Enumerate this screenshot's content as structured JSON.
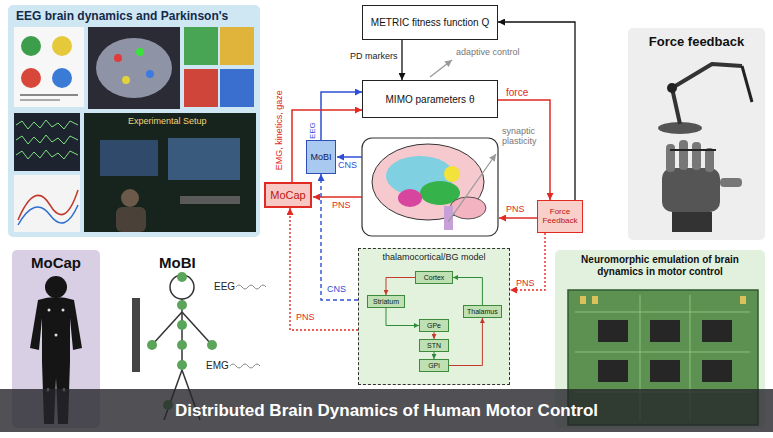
{
  "diagram": {
    "caption": "Distributed Brain Dynamics of Human Motor Control",
    "nodes": [
      {
        "text": [
          "EEG brain dynamics and Parkinson's"
        ]
      },
      {
        "text": [
          "METRIC fitness function Q"
        ]
      },
      {
        "text": [
          "MIMO parameters θ"
        ]
      },
      {
        "text": [
          "Force feedback"
        ]
      },
      {
        "text": [
          "MoBI"
        ]
      },
      {
        "text": [
          "MoCap"
        ]
      },
      {
        "text": [
          "Force Feedback"
        ]
      },
      {
        "text": [
          "thalamocortical/BG model"
        ]
      },
      {
        "text": [
          "Cortex"
        ],
        "in": 7
      },
      {
        "text": [
          "Striatum"
        ],
        "in": 7
      },
      {
        "text": [
          "Thalamus"
        ],
        "in": 7
      },
      {
        "text": [
          "GPe"
        ],
        "in": 7
      },
      {
        "text": [
          "STN"
        ],
        "in": 7
      },
      {
        "text": [
          "GPi"
        ],
        "in": 7
      },
      {
        "text": [
          "MoCap"
        ]
      },
      {
        "text": [
          "MoBI"
        ]
      },
      {
        "text": [
          "Neuromorphic emulation of brain dynamics in motor control"
        ]
      }
    ],
    "edges": [
      {
        "from": 1,
        "to": 2,
        "label": "PD markers",
        "arrow": "to"
      },
      {
        "from": 4,
        "to": 2,
        "label": "EEG",
        "arrow": "to"
      },
      {
        "from": 5,
        "to": 2,
        "label": "EMG, kinetics, gaze",
        "arrow": "to"
      },
      {
        "from": 2,
        "to": 6,
        "label": "force",
        "arrow": "to"
      },
      {
        "from": 6,
        "to": 1,
        "arrow": "to"
      },
      {
        "from": 7,
        "to": 4,
        "label": "CNS",
        "arrow": "to"
      },
      {
        "from": 7,
        "to": 5,
        "label": "PNS",
        "arrow": "to"
      },
      {
        "from": 6,
        "to": 7,
        "label": "PNS",
        "arrow": "to"
      },
      {
        "from": 8,
        "to": 9,
        "arrow": "to"
      },
      {
        "from": 9,
        "to": 11,
        "arrow": "to"
      },
      {
        "from": 11,
        "to": 12,
        "arrow": "to"
      },
      {
        "from": 12,
        "to": 13,
        "arrow": "to"
      },
      {
        "from": 13,
        "to": 10,
        "arrow": "to"
      },
      {
        "from": 10,
        "to": 8,
        "arrow": "to"
      }
    ],
    "labels": [
      "Experimental Setup",
      "adaptive control",
      "synaptic plasticity",
      "CNS",
      "PNS",
      "PNS",
      "EEG",
      "EMG"
    ]
  }
}
